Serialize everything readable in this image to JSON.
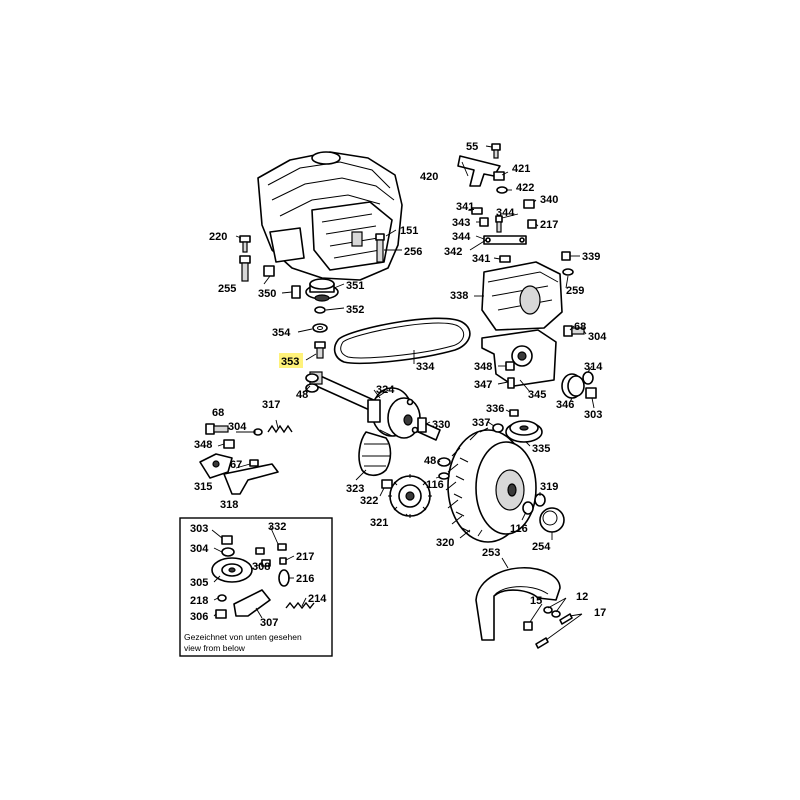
{
  "highlighted_label": "353",
  "callouts": {
    "c220": "220",
    "c255": "255",
    "c350": "350",
    "c351": "351",
    "c256": "256",
    "c151": "151",
    "c352": "352",
    "c354": "354",
    "c353": "353",
    "c334": "334",
    "c48a": "48",
    "c324": "324",
    "c330": "330",
    "c317": "317",
    "c68a": "68",
    "c304a": "304",
    "c348a": "348",
    "c67": "67",
    "c315": "315",
    "c318": "318",
    "c323": "323",
    "c322": "322",
    "c321": "321",
    "c48b": "48",
    "c116a": "116",
    "c320": "320",
    "c116b": "116",
    "c319": "319",
    "c254": "254",
    "c253": "253",
    "c15": "15",
    "c12": "12",
    "c17": "17",
    "c55": "55",
    "c421": "421",
    "c420": "420",
    "c422": "422",
    "c341a": "341",
    "c344": "344",
    "c340": "340",
    "c343": "343",
    "c217a": "217",
    "c344b": "344",
    "c342": "342",
    "c341b": "341",
    "c339": "339",
    "c259": "259",
    "c338": "338",
    "c68b": "68",
    "c304b": "304",
    "c348b": "348",
    "c314": "314",
    "c347": "347",
    "c345": "345",
    "c346": "346",
    "c303a": "303",
    "c336": "336",
    "c337": "337",
    "c335": "335",
    "c303b": "303",
    "c304c": "304",
    "c305": "305",
    "c218": "218",
    "c306": "306",
    "c332": "332",
    "c217b": "217",
    "c308": "308",
    "c216": "216",
    "c214": "214",
    "c307": "307"
  },
  "inset": {
    "note_de": "Gezeichnet von unten gesehen",
    "note_en": "view from below"
  }
}
